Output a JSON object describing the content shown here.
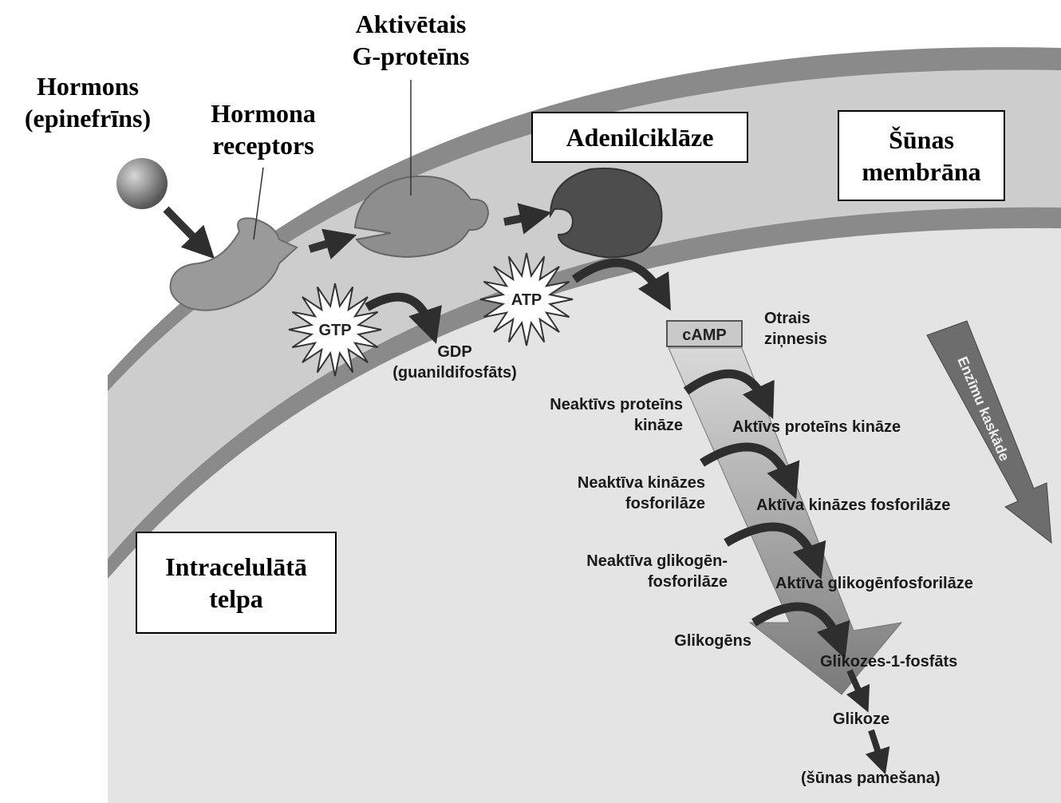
{
  "labels": {
    "hormone_line1": "Hormons",
    "hormone_line2": "(epinefrīns)",
    "receptor_line1": "Hormona",
    "receptor_line2": "receptors",
    "gprotein_line1": "Aktivētais",
    "gprotein_line2": "G-proteīns",
    "adenylcyclase": "Adenilciklāze",
    "membrane_line1": "Šūnas",
    "membrane_line2": "membrāna",
    "intracellular_line1": "Intracelulātā",
    "intracellular_line2": "telpa",
    "gtp": "GTP",
    "atp": "ATP",
    "gdp_line1": "GDP",
    "gdp_line2": "(guanildifosfāts)",
    "camp": "cAMP",
    "second_messenger_line1": "Otrais",
    "second_messenger_line2": "ziņnesis",
    "enzyme_cascade": "Enzīmu kaskāde",
    "inactive_pk_line1": "Neaktīvs proteīns",
    "inactive_pk_line2": "kināze",
    "active_pk": "Aktīvs proteīns kināze",
    "inactive_pk2_line1": "Neaktīva kināzes",
    "inactive_pk2_line2": "fosforilāze",
    "active_pk2": "Aktīva kināzes fosforilāze",
    "inactive_gp_line1": "Neaktīva glikogēn-",
    "inactive_gp_line2": "fosforilāze",
    "active_gp": "Aktīva glikogēnfosforilāze",
    "glycogen": "Glikogēns",
    "g1p": "Glikozes-1-fosfāts",
    "glucose": "Glikoze",
    "cell_release": "(šūnas pamešana)"
  },
  "colors": {
    "background": "#ffffff",
    "membrane_outer": "#7d7d7d",
    "membrane_band": "#cfcfcf",
    "interior": "#e6e6e6",
    "receptor": "#9a9a9a",
    "gprotein": "#8c8c8c",
    "adenylcyclase": "#4d4d4d",
    "arrow": "#333333",
    "cascade_arrow": "#9c9c9c",
    "enzyme_arrow": "#6e6e6e",
    "camp_box": "#c9c9c9"
  }
}
